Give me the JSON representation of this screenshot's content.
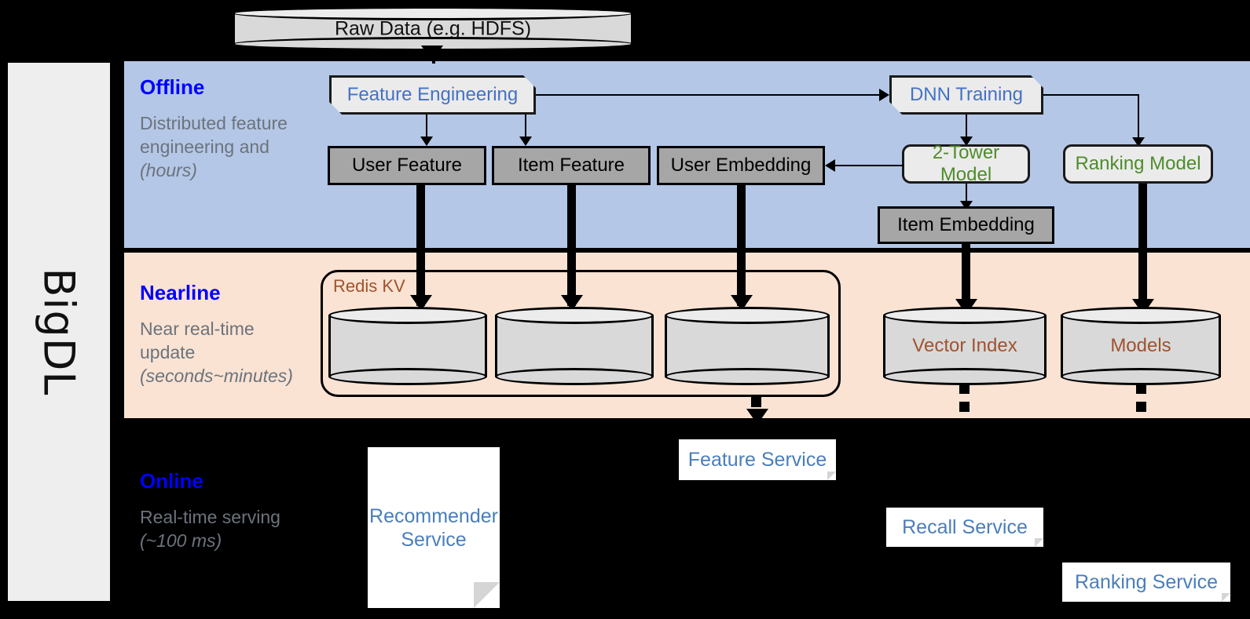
{
  "framework": {
    "name": "BigDL"
  },
  "source": {
    "label": "Raw Data (e.g. HDFS)"
  },
  "bands": {
    "offline": {
      "title": "Offline",
      "description": "Distributed feature engineering and ",
      "timing": "(hours)"
    },
    "nearline": {
      "title": "Nearline",
      "description": "Near real-time update ",
      "timing": "(seconds~minutes)"
    },
    "online": {
      "title": "Online",
      "description": "Real-time serving ",
      "timing": "(~100 ms)"
    }
  },
  "offline": {
    "feature_engineering": "Feature Engineering",
    "dnn_training": "DNN Training",
    "user_feature": "User Feature",
    "item_feature": "Item Feature",
    "user_embedding": "User Embedding",
    "two_tower_model": "2-Tower Model",
    "ranking_model": "Ranking Model",
    "item_embedding": "Item Embedding"
  },
  "nearline": {
    "redis_group": "Redis KV",
    "vector_index": "Vector Index",
    "models": "Models"
  },
  "online": {
    "recommender_service": "Recommender Service",
    "feature_service": "Feature Service",
    "recall_service": "Recall Service",
    "ranking_service": "Ranking Service"
  },
  "colors": {
    "offline_band": "#b4c7e7",
    "nearline_band": "#fae3d3",
    "online_band": "#000000",
    "heading": "#0000ff",
    "process_text_blue": "#4472c4",
    "process_text_green": "#4e8c2b",
    "store_text_brown": "#a0522d",
    "gray_box": "#a6a6a6"
  }
}
